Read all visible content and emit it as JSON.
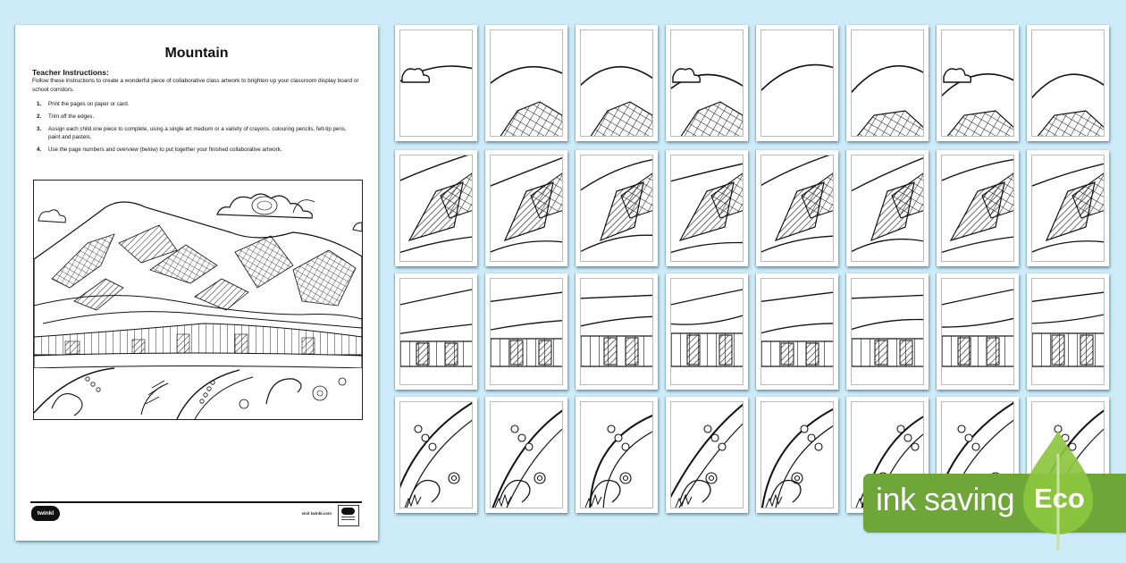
{
  "background_color": "#cdebf8",
  "instruction_page": {
    "title": "Mountain",
    "heading": "Teacher Instructions:",
    "intro": "Follow these instructions to create a wonderful piece of collaborative class artwork to brighten up your classroom display board or school corridors.",
    "steps": [
      {
        "num": "1.",
        "text": "Print the pages on paper or card."
      },
      {
        "num": "2.",
        "text": "Trim off the edges."
      },
      {
        "num": "3.",
        "text": "Assign each child one piece to complete, using a single art medium or a variety of crayons, colouring pencils, felt-tip pens, paint and pastels."
      },
      {
        "num": "4.",
        "text": "Use the page numbers and overview (below) to put together your finished collaborative artwork."
      }
    ],
    "artwork_icon": "mountain-colouring-overview",
    "footer": {
      "logo_text": "twinkl",
      "visit_text": "visit twinkl.com"
    }
  },
  "tiles": {
    "rows": 4,
    "columns": 8,
    "count": 32,
    "row_themes": [
      "sky-and-mountain-peaks",
      "mountain-slopes",
      "foothills-and-fields",
      "paisley-foreground"
    ]
  },
  "eco_badge": {
    "text": "ink saving",
    "label": "Eco",
    "banner_color": "#6fa63a",
    "leaf_color": "#8cc63f"
  }
}
